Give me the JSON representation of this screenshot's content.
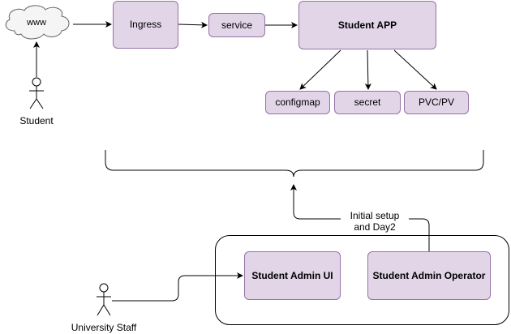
{
  "nodes": {
    "www": "www",
    "student": "Student",
    "ingress": "Ingress",
    "service": "service",
    "student_app": "Student APP",
    "configmap": "configmap",
    "secret": "secret",
    "pvc": "PVC/PV",
    "admin_ui": "Student Admin UI",
    "admin_operator": "Student Admin Operator",
    "university_staff": "University Staff"
  },
  "edges": {
    "setup_label_line1": "Initial setup",
    "setup_label_line2": "and Day2"
  },
  "colors": {
    "node_fill": "#e1d5e7",
    "node_stroke": "#9673a6"
  }
}
